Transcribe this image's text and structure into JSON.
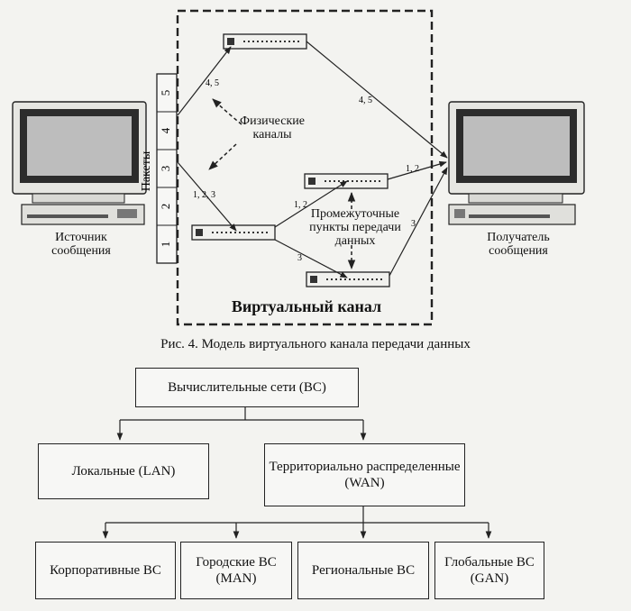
{
  "figure": {
    "vc_title": "Виртуальный канал",
    "physical_channels": "Физические каналы",
    "intermediate_points": "Промежуточные пункты передачи данных",
    "packets_label": "Пакеты",
    "source_label": "Источник сообщения",
    "receiver_label": "Получатель сообщения",
    "packet_numbers": [
      "1",
      "2",
      "3",
      "4",
      "5"
    ],
    "link_labels": {
      "top_in": "4, 5",
      "top_out": "4, 5",
      "src_lower": "1, 2, 3",
      "mid_in": "1, 2",
      "mid_out": "1, 2",
      "lower_in": "3",
      "lower_out": "3"
    },
    "caption": "Рис. 4. Модель виртуального канала передачи данных"
  },
  "tree": {
    "root": "Вычислительные сети (ВС)",
    "local": "Локальные (LAN)",
    "territorial": "Территориально распределенные (WAN)",
    "corporate": "Корпоративные ВС",
    "city": "Городские ВС (MAN)",
    "regional": "Региональные ВС",
    "global": "Глобальные ВС (GAN)"
  }
}
